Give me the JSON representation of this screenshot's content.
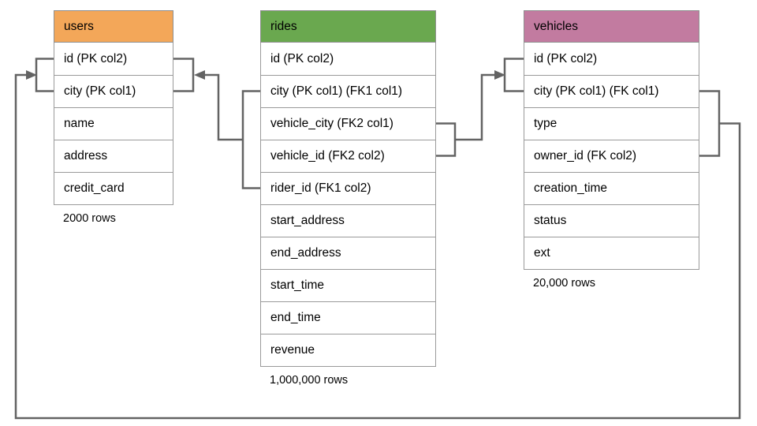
{
  "diagram": {
    "connector_color": "#636363",
    "tables": [
      {
        "name": "users",
        "header_color": "#F3A759",
        "columns": [
          "id (PK col2)",
          "city (PK col1)",
          "name",
          "address",
          "credit_card"
        ],
        "row_count_label": "2000 rows"
      },
      {
        "name": "rides",
        "header_color": "#6AA84F",
        "columns": [
          "id (PK col2)",
          "city (PK col1) (FK1 col1)",
          "vehicle_city (FK2 col1)",
          "vehicle_id (FK2 col2)",
          "rider_id (FK1 col2)",
          "start_address",
          "end_address",
          "start_time",
          "end_time",
          "revenue"
        ],
        "row_count_label": "1,000,000 rows"
      },
      {
        "name": "vehicles",
        "header_color": "#C27BA0",
        "columns": [
          "id (PK col2)",
          "city (PK col1) (FK col1)",
          "type",
          "owner_id (FK col2)",
          "creation_time",
          "status",
          "ext"
        ],
        "row_count_label": "20,000 rows"
      }
    ]
  }
}
